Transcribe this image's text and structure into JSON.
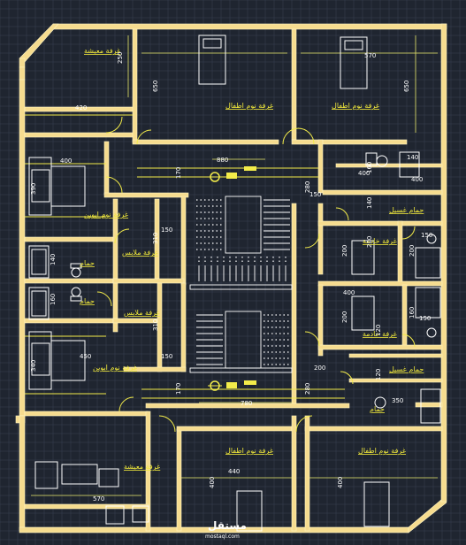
{
  "plan": {
    "rooms": [
      {
        "id": "r1",
        "label": "غرفة معيشة"
      },
      {
        "id": "r2",
        "label": "غرفة نوم اطفال"
      },
      {
        "id": "r3",
        "label": "غرفة نوم اطفال"
      },
      {
        "id": "r4",
        "label": "غرفة نوم ابوين"
      },
      {
        "id": "r5",
        "label": "غرفة ملابس"
      },
      {
        "id": "r6",
        "label": "حمام"
      },
      {
        "id": "r7",
        "label": "حمام غسيل"
      },
      {
        "id": "r8",
        "label": "غرفة خادمة"
      },
      {
        "id": "r9",
        "label": "حمام"
      },
      {
        "id": "r10",
        "label": "غرفة ملابس"
      },
      {
        "id": "r11",
        "label": "غرفة خادمة"
      },
      {
        "id": "r12",
        "label": "غرفة نوم ابوين"
      },
      {
        "id": "r13",
        "label": "حمام غسيل"
      },
      {
        "id": "r14",
        "label": "حمام"
      },
      {
        "id": "r15",
        "label": "غرفة معيشة"
      },
      {
        "id": "r16",
        "label": "غرفة نوم اطفال"
      },
      {
        "id": "r17",
        "label": "غرفة نوم اطفال"
      }
    ],
    "dimensions": [
      "250",
      "650",
      "570",
      "650",
      "420",
      "880",
      "400",
      "390",
      "170",
      "280",
      "150",
      "310",
      "150",
      "400",
      "160",
      "200",
      "200",
      "140",
      "160",
      "140",
      "400",
      "150",
      "200",
      "160",
      "450",
      "340",
      "310",
      "150",
      "780",
      "200",
      "170",
      "280",
      "120",
      "350",
      "440",
      "400",
      "400",
      "570",
      "200",
      "140",
      "120",
      "400",
      "150"
    ],
    "watermark": {
      "brand": "مستقل",
      "site": "mostaql.com"
    }
  },
  "colors": {
    "background": "#1f2530",
    "wall": "#f6dc8f",
    "line": "#f3ec4a",
    "text": "#f2ea3a",
    "furniture": "#ffffff"
  }
}
